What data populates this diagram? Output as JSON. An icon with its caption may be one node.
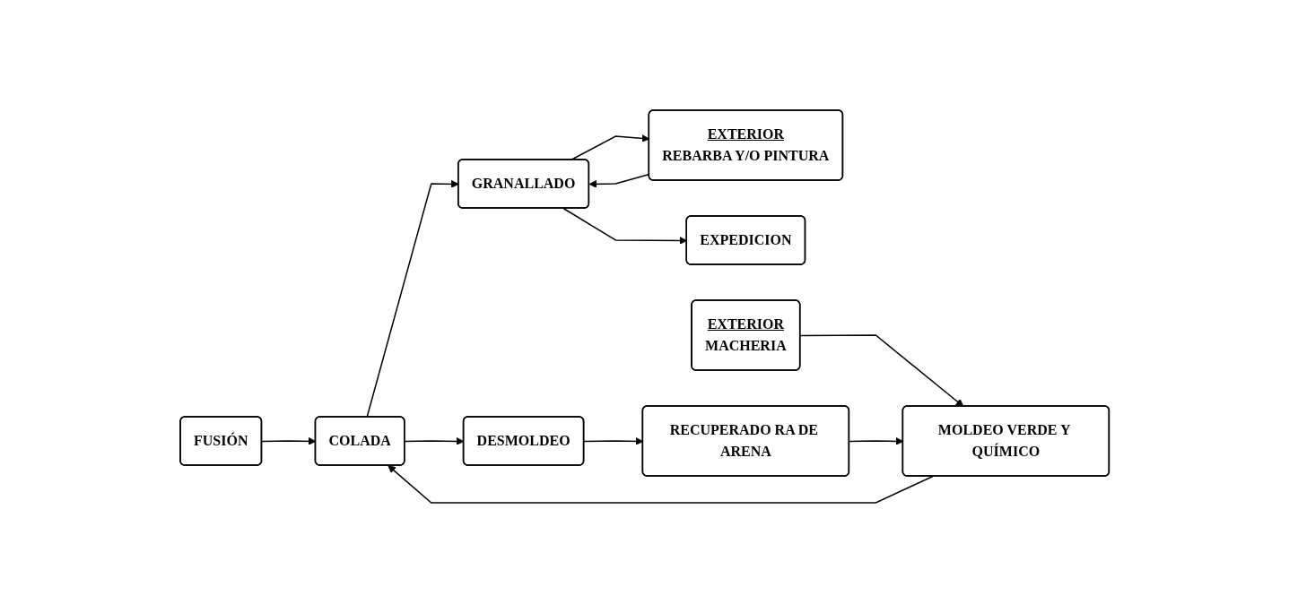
{
  "diagram": {
    "nodes": [
      {
        "text": [
          "FUSIÓN"
        ]
      },
      {
        "text": [
          "EXTERIOR",
          "REBARBA Y/O PINTURA"
        ]
      },
      {
        "text": [
          "MOLDEO VERDE Y QUÍMICO"
        ]
      },
      {
        "text": [
          "COLADA"
        ]
      },
      {
        "text": [
          "GRANALLADO"
        ]
      },
      {
        "text": [
          "EXPEDICION"
        ]
      },
      {
        "text": [
          "DESMOLDEO"
        ]
      },
      {
        "text": [
          "EXTERIOR",
          "MACHERIA"
        ]
      },
      {
        "text": [
          "RECUPERADO RA DE ARENA"
        ]
      }
    ],
    "edges": [
      {
        "from": 0,
        "to": 3,
        "arrow": "to"
      },
      {
        "from": 2,
        "to": 3,
        "arrow": "to"
      },
      {
        "from": 3,
        "to": 4,
        "arrow": "to"
      },
      {
        "from": 3,
        "to": 6,
        "arrow": "to"
      },
      {
        "from": 4,
        "to": 1,
        "arrow": "to"
      },
      {
        "from": 1,
        "to": 4,
        "arrow": "to"
      },
      {
        "from": 4,
        "to": 5,
        "arrow": "to"
      },
      {
        "from": 7,
        "to": 2,
        "arrow": "to"
      },
      {
        "from": 6,
        "to": 8,
        "arrow": "to"
      },
      {
        "from": 8,
        "to": 2,
        "arrow": "to"
      }
    ]
  }
}
